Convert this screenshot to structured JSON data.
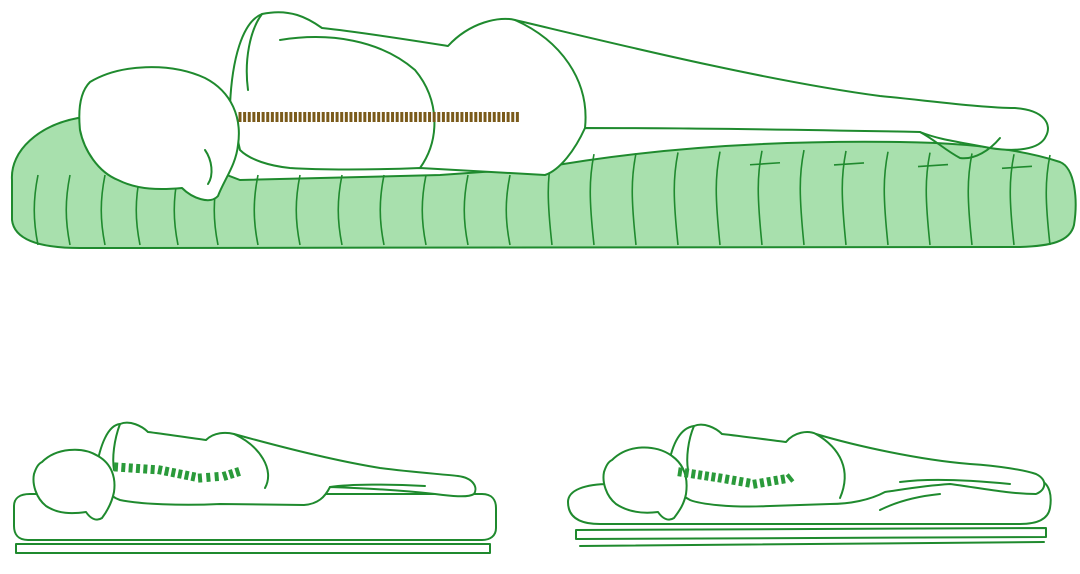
{
  "figure": {
    "panels": [
      {
        "id": "top",
        "spine": "straight",
        "mattress": "pocket-spring"
      },
      {
        "id": "bottom-left",
        "spine": "curved",
        "mattress": "too-firm"
      },
      {
        "id": "bottom-right",
        "spine": "curved",
        "mattress": "too-soft"
      }
    ]
  },
  "colors": {
    "outline": "#1f8a2e",
    "body_fill": "#ffffff",
    "mattress_light": "#a8e0ad",
    "mattress_dark": "#1fbf3a",
    "mattress_fade": "#d8f3da",
    "spine_aligned": "#7a5a1a",
    "spine_misaligned": "#2a9a3a"
  }
}
